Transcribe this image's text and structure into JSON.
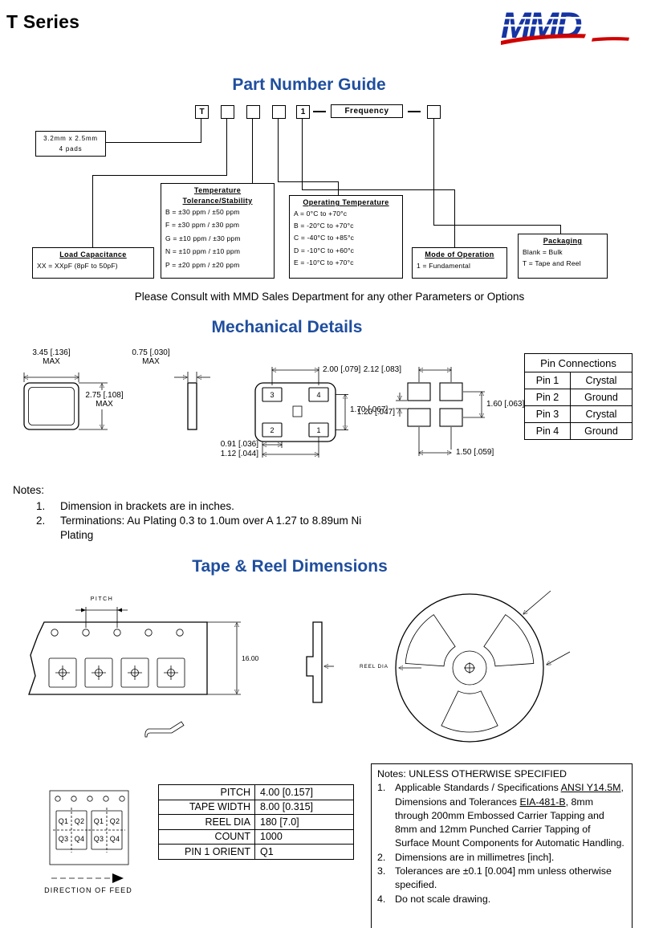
{
  "header": {
    "title": "T Series",
    "logo_text": "MMD"
  },
  "pn_guide": {
    "heading": "Part Number Guide",
    "series_box": "T",
    "mode_box": "1",
    "frequency_box": "Frequency",
    "package_line1": "3.2mm x 2.5mm",
    "package_line2": "4 pads",
    "load_capacitance": {
      "title": "Load Capacitance",
      "line1": "XX = XXpF (8pF to 50pF)"
    },
    "temperature": {
      "title1": "Temperature",
      "title2": "Tolerance/Stability",
      "lines": [
        "B = ±30 ppm / ±50 ppm",
        "F = ±30 ppm / ±30 ppm",
        "G = ±10 ppm / ±30 ppm",
        "N = ±10 ppm / ±10 ppm",
        "P = ±20 ppm / ±20 ppm"
      ]
    },
    "operating_temperature": {
      "title": "Operating Temperature",
      "lines": [
        "A = 0°C to +70°c",
        "B = -20°C to +70°c",
        "C = -40°C to +85°c",
        "D = -10°C to +60°c",
        "E = -10°C to +70°c"
      ]
    },
    "mode": {
      "title": "Mode of Operation",
      "line1": "1 = Fundamental"
    },
    "packaging": {
      "title": "Packaging",
      "line1": "Blank = Bulk",
      "line2": "T = Tape and Reel"
    },
    "consult_note": "Please Consult with MMD Sales Department for any other Parameters or Options"
  },
  "mechanical": {
    "heading": "Mechanical Details",
    "dims": {
      "body_width": "3.45 [.136]",
      "body_width_max": "MAX",
      "body_height": "2.75 [.108]",
      "body_height_max": "MAX",
      "thickness": "0.75 [.030]",
      "thickness_max": "MAX",
      "pad_pitch_x": "2.00 [.079]",
      "pad_pitch_y": "1.70 [.067]",
      "pad_width": "0.91 [.036]",
      "pad_span": "1.12 [.044]",
      "land_pitch_x": "2.12 [.083]",
      "land_gap_y": "1.20 [.047]",
      "land_pitch_y": "1.60 [.063]",
      "land_pitch_bottom": "1.50 [.059]"
    },
    "pads": {
      "p3": "3",
      "p4": "4",
      "p2": "2",
      "p1": "1"
    },
    "pin_table": {
      "title": "Pin Connections",
      "rows": [
        {
          "pin": "Pin 1",
          "fn": "Crystal"
        },
        {
          "pin": "Pin 2",
          "fn": "Ground"
        },
        {
          "pin": "Pin 3",
          "fn": "Crystal"
        },
        {
          "pin": "Pin 4",
          "fn": "Ground"
        }
      ]
    },
    "notes_label": "Notes:",
    "note1_num": "1.",
    "note1": "Dimension in brackets are in inches.",
    "note2_num": "2.",
    "note2_line1": "Terminations: Au Plating 0.3 to 1.0um over A 1.27 to 8.89um Ni",
    "note2_line2": "Plating"
  },
  "tape_reel": {
    "heading": "Tape & Reel Dimensions",
    "pitch_label": "PITCH",
    "tape_width_dim": "16.00",
    "reel_dia_label": "REEL DIA",
    "spec_table": {
      "rows": [
        {
          "label": "PITCH",
          "value": "4.00 [0.157]"
        },
        {
          "label": "TAPE WIDTH",
          "value": "8.00 [0.315]"
        },
        {
          "label": "REEL DIA",
          "value": "180 [7.0]"
        },
        {
          "label": "COUNT",
          "value": "1000"
        },
        {
          "label": "PIN 1 ORIENT",
          "value": "Q1"
        }
      ]
    },
    "quad": {
      "q1": "Q1",
      "q2": "Q2",
      "q3": "Q3",
      "q4": "Q4"
    },
    "direction_label": "DIRECTION OF FEED",
    "notes": {
      "title": "Notes: UNLESS OTHERWISE SPECIFIED",
      "n1_num": "1.",
      "n1_p1": "Applicable Standards / Specifications ",
      "n1_u1": "ANSI Y14.5M",
      "n1_p2": ", Dimensions and Tolerances ",
      "n1_u2": "EIA-481-B",
      "n1_p3": ", 8mm through 200mm Embossed Carrier Tapping and 8mm and 12mm Punched Carrier Tapping of Surface Mount Components for Automatic Handling.",
      "n2_num": "2.",
      "n2": "Dimensions are in millimetres [inch].",
      "n3_num": "3.",
      "n3": "Tolerances are ±0.1 [0.004] mm unless otherwise specified.",
      "n4_num": "4.",
      "n4": "Do not scale drawing."
    }
  }
}
